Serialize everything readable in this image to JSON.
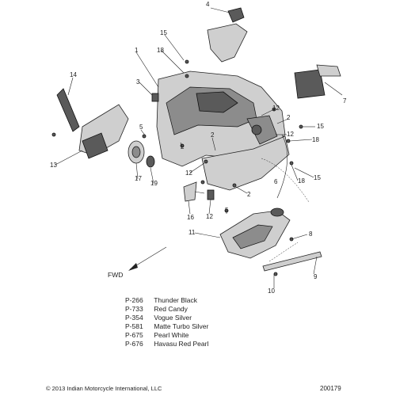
{
  "callouts": {
    "c1": "1",
    "c2a": "2",
    "c2b": "2",
    "c2c": "2",
    "c2d": "2",
    "c3": "3",
    "c4": "4",
    "c5a": "5",
    "c5b": "5",
    "c6": "6",
    "c7": "7",
    "c8": "8",
    "c9": "9",
    "c10": "10",
    "c11": "11",
    "c12a": "12",
    "c12b": "12",
    "c12c": "12",
    "c13": "13",
    "c14": "14",
    "c15a": "15",
    "c15b": "15",
    "c15c": "15",
    "c16": "16",
    "c17": "17",
    "c18a": "18",
    "c18b": "18",
    "c19": "19"
  },
  "fwd_label": "FWD",
  "legend": [
    {
      "code": "P-266",
      "name": "Thunder Black"
    },
    {
      "code": "P-733",
      "name": "Red Candy"
    },
    {
      "code": "P-354",
      "name": "Vogue Silver"
    },
    {
      "code": "P-581",
      "name": "Matte Turbo Silver"
    },
    {
      "code": "P-675",
      "name": "Pearl White"
    },
    {
      "code": "P-676",
      "name": "Havasu Red Pearl"
    }
  ],
  "footer": {
    "copyright": "© 2013 Indian Motorcycle International, LLC",
    "diagram_id": "200179"
  }
}
